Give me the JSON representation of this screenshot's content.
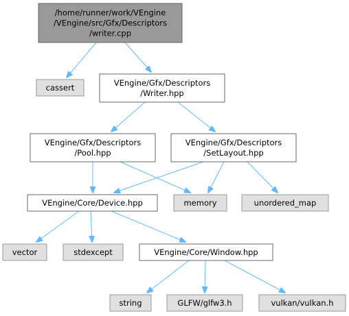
{
  "graph": {
    "nodes": [
      {
        "id": "writer_cpp",
        "kind": "main",
        "lines": [
          "/home/runner/work/VEngine",
          "/VEngine/src/Gfx/Descriptors",
          "/writer.cpp"
        ]
      },
      {
        "id": "cassert",
        "kind": "external",
        "lines": [
          "cassert"
        ]
      },
      {
        "id": "writer_hpp",
        "kind": "internal",
        "lines": [
          "VEngine/Gfx/Descriptors",
          "/Writer.hpp"
        ]
      },
      {
        "id": "pool_hpp",
        "kind": "internal",
        "lines": [
          "VEngine/Gfx/Descriptors",
          "/Pool.hpp"
        ]
      },
      {
        "id": "setlayout_hpp",
        "kind": "internal",
        "lines": [
          "VEngine/Gfx/Descriptors",
          "/SetLayout.hpp"
        ]
      },
      {
        "id": "device_hpp",
        "kind": "internal",
        "lines": [
          "VEngine/Core/Device.hpp"
        ]
      },
      {
        "id": "memory",
        "kind": "external",
        "lines": [
          "memory"
        ]
      },
      {
        "id": "unordered_map",
        "kind": "external",
        "lines": [
          "unordered_map"
        ]
      },
      {
        "id": "vector",
        "kind": "external",
        "lines": [
          "vector"
        ]
      },
      {
        "id": "stdexcept",
        "kind": "external",
        "lines": [
          "stdexcept"
        ]
      },
      {
        "id": "window_hpp",
        "kind": "internal",
        "lines": [
          "VEngine/Core/Window.hpp"
        ]
      },
      {
        "id": "string",
        "kind": "external",
        "lines": [
          "string"
        ]
      },
      {
        "id": "glfw3",
        "kind": "external",
        "lines": [
          "GLFW/glfw3.h"
        ]
      },
      {
        "id": "vulkan",
        "kind": "external",
        "lines": [
          "vulkan/vulkan.h"
        ]
      }
    ],
    "edges": [
      {
        "from": "writer_cpp",
        "to": "cassert"
      },
      {
        "from": "writer_cpp",
        "to": "writer_hpp"
      },
      {
        "from": "writer_hpp",
        "to": "pool_hpp"
      },
      {
        "from": "writer_hpp",
        "to": "setlayout_hpp"
      },
      {
        "from": "pool_hpp",
        "to": "device_hpp"
      },
      {
        "from": "pool_hpp",
        "to": "memory"
      },
      {
        "from": "setlayout_hpp",
        "to": "device_hpp"
      },
      {
        "from": "setlayout_hpp",
        "to": "memory"
      },
      {
        "from": "setlayout_hpp",
        "to": "unordered_map"
      },
      {
        "from": "device_hpp",
        "to": "vector"
      },
      {
        "from": "device_hpp",
        "to": "stdexcept"
      },
      {
        "from": "device_hpp",
        "to": "window_hpp"
      },
      {
        "from": "window_hpp",
        "to": "string"
      },
      {
        "from": "window_hpp",
        "to": "glfw3"
      },
      {
        "from": "window_hpp",
        "to": "vulkan"
      }
    ],
    "colors": {
      "edge": "#63b8ff",
      "main_fill": "#999999",
      "internal_fill": "#ffffff",
      "external_fill": "#e0e0e0",
      "border": "#666666"
    }
  }
}
